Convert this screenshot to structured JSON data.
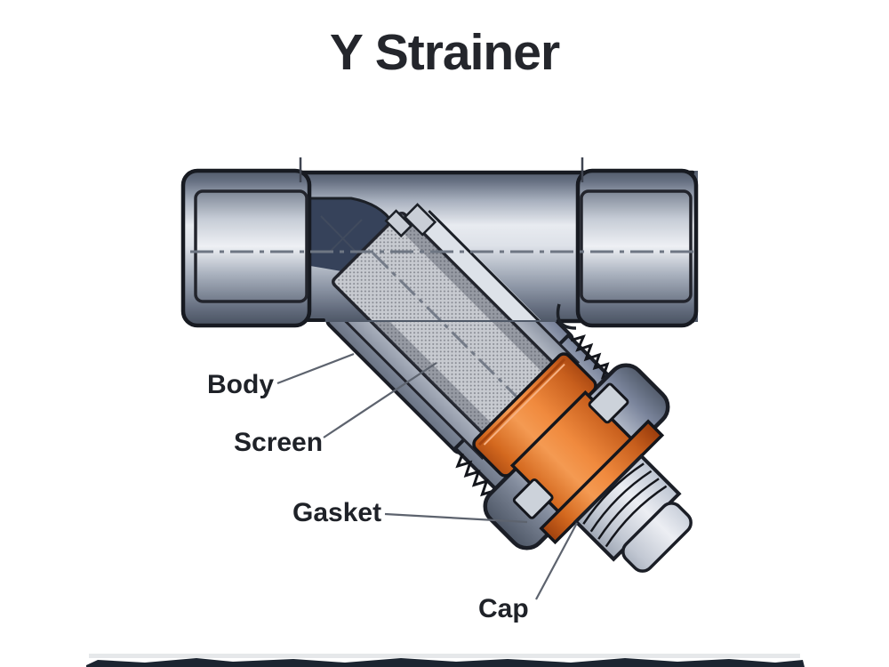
{
  "title": "Y Strainer",
  "diagram": {
    "labels": {
      "body": "Body",
      "screen": "Screen",
      "gasket": "Gasket",
      "cap": "Cap"
    },
    "colors": {
      "outline": "#1b1e26",
      "metal_dark": "#525b6b",
      "metal_light": "#e8ebf0",
      "bore_shadow": "#36425a",
      "screen_base": "#c7cad0",
      "screen_dot": "#84878f",
      "orange": "#ef7f33",
      "orange_dark": "#93380a",
      "leader": "#5d636e",
      "label_text": "#1f2228",
      "bottom_bar": "#1c2531"
    }
  }
}
